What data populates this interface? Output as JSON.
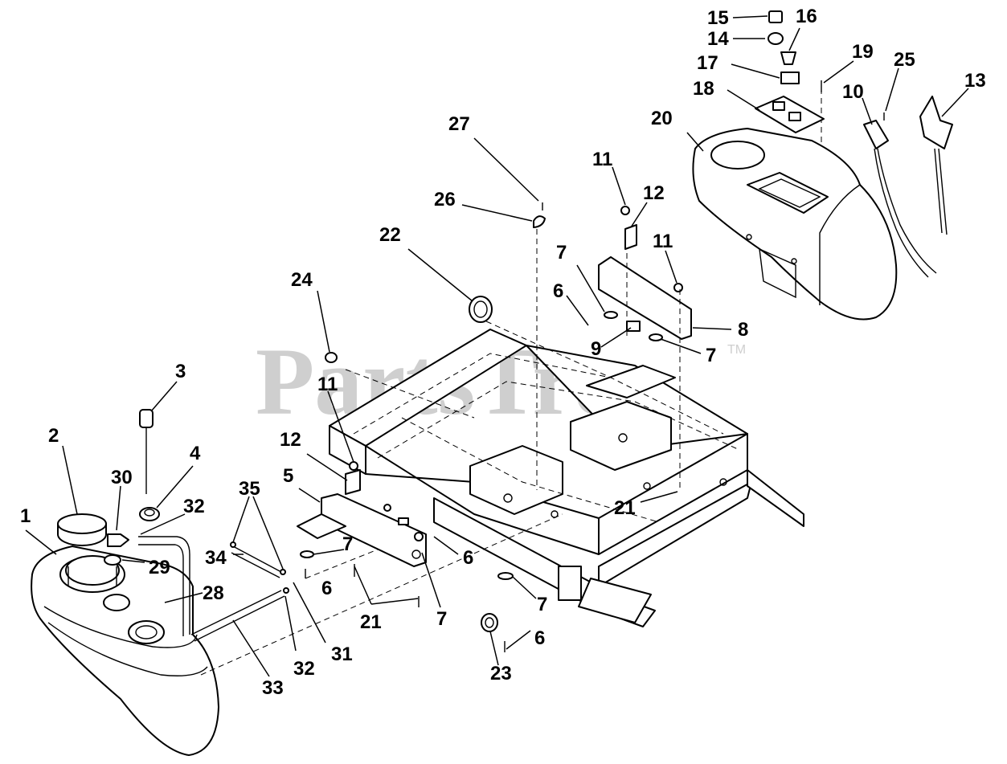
{
  "watermark": {
    "text": "PartsTree",
    "trademark": "TM"
  },
  "callouts": [
    {
      "id": "c1",
      "label": "1"
    },
    {
      "id": "c2",
      "label": "2"
    },
    {
      "id": "c3",
      "label": "3"
    },
    {
      "id": "c4",
      "label": "4"
    },
    {
      "id": "c5",
      "label": "5"
    },
    {
      "id": "c6a",
      "label": "6"
    },
    {
      "id": "c6b",
      "label": "6"
    },
    {
      "id": "c6c",
      "label": "6"
    },
    {
      "id": "c6d",
      "label": "6"
    },
    {
      "id": "c7a",
      "label": "7"
    },
    {
      "id": "c7b",
      "label": "7"
    },
    {
      "id": "c7c",
      "label": "7"
    },
    {
      "id": "c7d",
      "label": "7"
    },
    {
      "id": "c7e",
      "label": "7"
    },
    {
      "id": "c8",
      "label": "8"
    },
    {
      "id": "c9",
      "label": "9"
    },
    {
      "id": "c10",
      "label": "10"
    },
    {
      "id": "c11a",
      "label": "11"
    },
    {
      "id": "c11b",
      "label": "11"
    },
    {
      "id": "c11c",
      "label": "11"
    },
    {
      "id": "c12a",
      "label": "12"
    },
    {
      "id": "c12b",
      "label": "12"
    },
    {
      "id": "c13",
      "label": "13"
    },
    {
      "id": "c14",
      "label": "14"
    },
    {
      "id": "c15",
      "label": "15"
    },
    {
      "id": "c16",
      "label": "16"
    },
    {
      "id": "c17",
      "label": "17"
    },
    {
      "id": "c18",
      "label": "18"
    },
    {
      "id": "c19",
      "label": "19"
    },
    {
      "id": "c20",
      "label": "20"
    },
    {
      "id": "c21a",
      "label": "21"
    },
    {
      "id": "c21b",
      "label": "21"
    },
    {
      "id": "c22",
      "label": "22"
    },
    {
      "id": "c23",
      "label": "23"
    },
    {
      "id": "c24",
      "label": "24"
    },
    {
      "id": "c25",
      "label": "25"
    },
    {
      "id": "c26",
      "label": "26"
    },
    {
      "id": "c27",
      "label": "27"
    },
    {
      "id": "c28",
      "label": "28"
    },
    {
      "id": "c29",
      "label": "29"
    },
    {
      "id": "c30",
      "label": "30"
    },
    {
      "id": "c31",
      "label": "31"
    },
    {
      "id": "c32a",
      "label": "32"
    },
    {
      "id": "c32b",
      "label": "32"
    },
    {
      "id": "c33",
      "label": "33"
    },
    {
      "id": "c34",
      "label": "34"
    },
    {
      "id": "c35",
      "label": "35"
    }
  ]
}
